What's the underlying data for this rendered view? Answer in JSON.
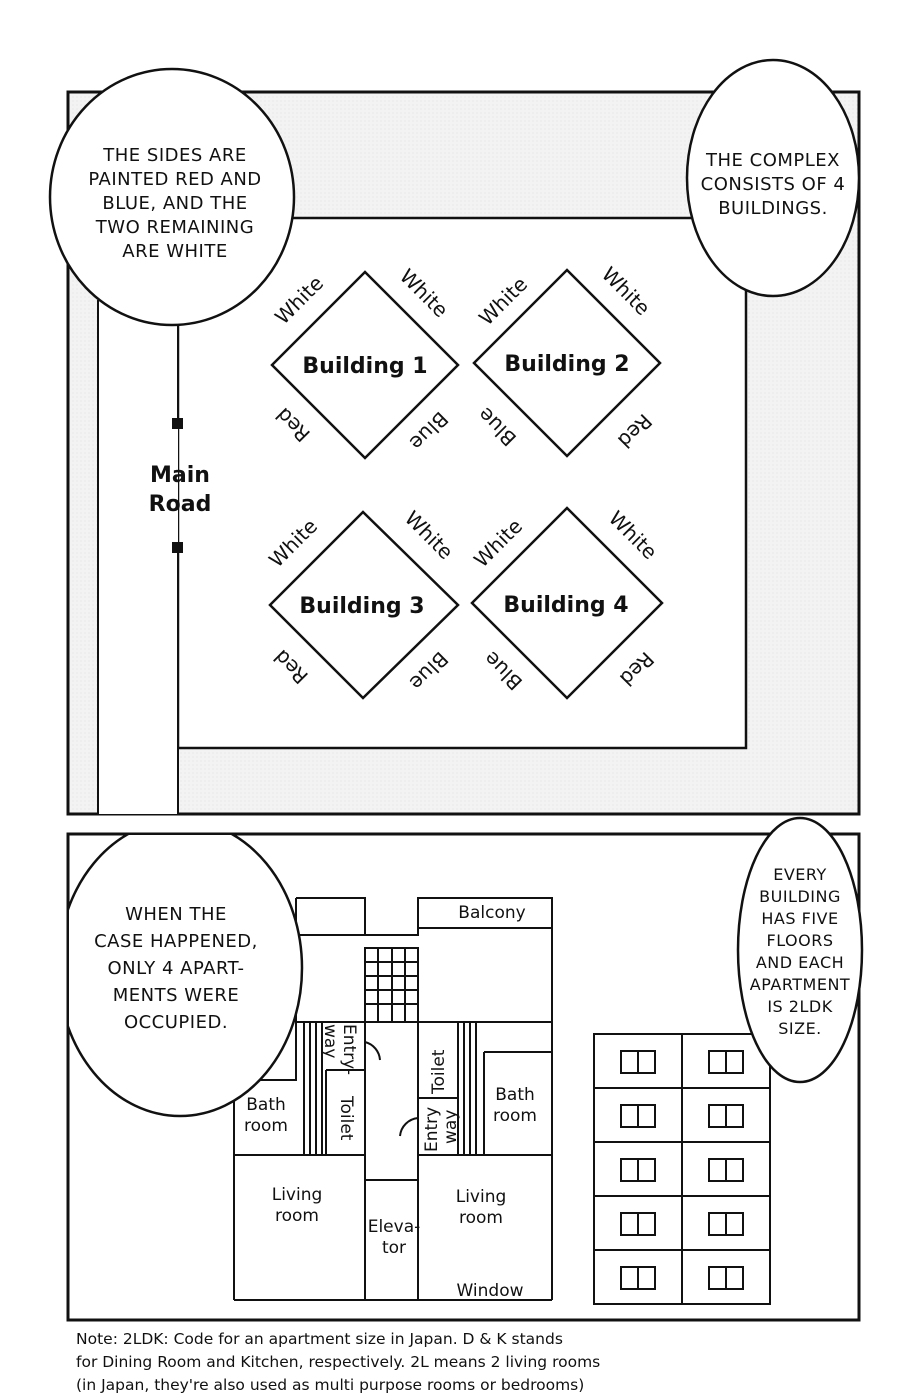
{
  "panel_top": {
    "bubble_left": [
      "THE SIDES ARE",
      "PAINTED RED AND",
      "BLUE, AND THE",
      "TWO REMAINING",
      "ARE WHITE"
    ],
    "bubble_right": [
      "THE COMPLEX",
      "CONSISTS OF 4",
      "BUILDINGS."
    ],
    "main_road": [
      "Main",
      "Road"
    ],
    "buildings": [
      {
        "name": "Building 1",
        "sides": {
          "top_left": "White",
          "top_right": "White",
          "bottom_left": "Red",
          "bottom_right": "Blue"
        }
      },
      {
        "name": "Building 2",
        "sides": {
          "top_left": "White",
          "top_right": "White",
          "bottom_left": "Blue",
          "bottom_right": "Red"
        }
      },
      {
        "name": "Building 3",
        "sides": {
          "top_left": "White",
          "top_right": "White",
          "bottom_left": "Red",
          "bottom_right": "Blue"
        }
      },
      {
        "name": "Building 4",
        "sides": {
          "top_left": "White",
          "top_right": "White",
          "bottom_left": "Blue",
          "bottom_right": "Red"
        }
      }
    ]
  },
  "panel_bottom": {
    "bubble_left": [
      "WHEN THE",
      "CASE HAPPENED,",
      "ONLY 4 APART-",
      "MENTS WERE",
      "OCCUPIED."
    ],
    "bubble_right": [
      "EVERY",
      "BUILDING",
      "HAS FIVE",
      "FLOORS",
      "AND EACH",
      "APARTMENT",
      "IS 2LDK",
      "SIZE."
    ],
    "plan_labels": {
      "balcony": "Balcony",
      "entryway_left": [
        "Entry-",
        "way"
      ],
      "toilet_left": "Toilet",
      "bath_left": [
        "Bath",
        "room"
      ],
      "living_left": [
        "Living",
        "room"
      ],
      "elevator": [
        "Eleva-",
        "tor"
      ],
      "toilet_right": "Toilet",
      "entryway_right": [
        "Entry",
        "way"
      ],
      "bath_right": [
        "Bath",
        "room"
      ],
      "living_right": [
        "Living",
        "room"
      ],
      "window": "Window"
    },
    "note": [
      "Note: 2LDK: Code for an apartment size in Japan.  D & K stands",
      "for Dining Room and Kitchen, respectively. 2L means 2 living rooms",
      "(in Japan, they're also used as multi purpose rooms or bedrooms)"
    ]
  },
  "colors": {
    "stroke": "#111111",
    "ground": "#f2f2f2",
    "paper": "#ffffff"
  }
}
